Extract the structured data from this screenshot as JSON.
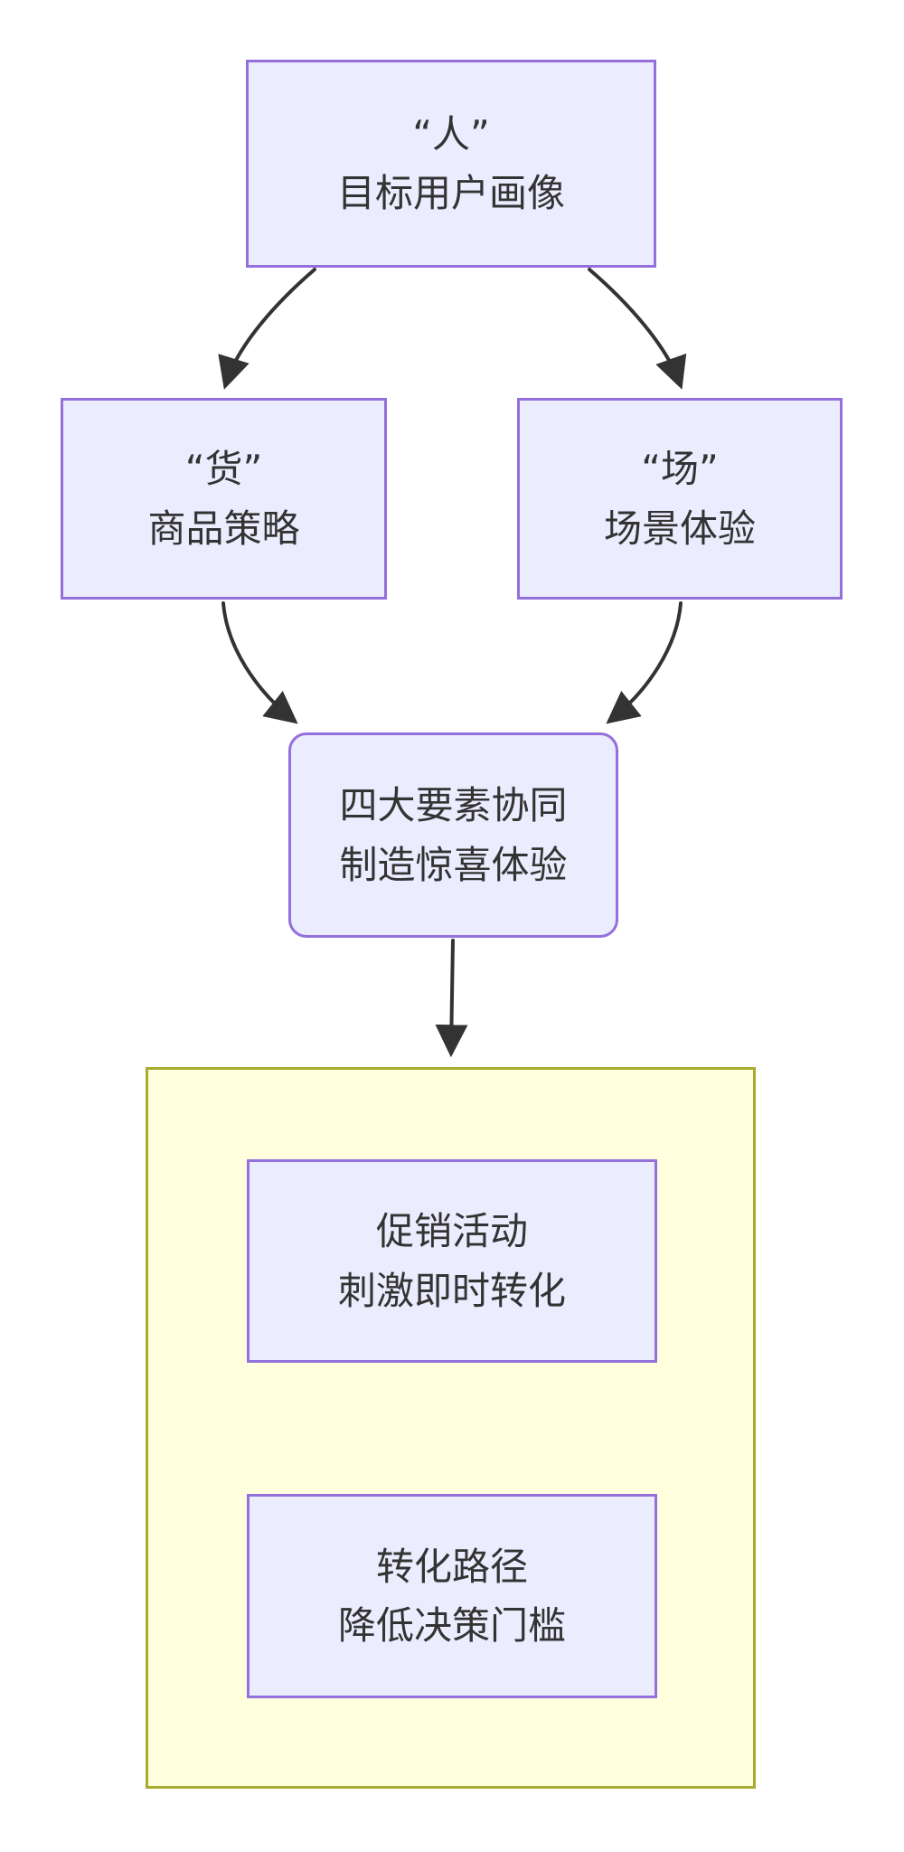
{
  "diagram": {
    "type": "flowchart",
    "direction": "top-down",
    "nodes": {
      "person": {
        "line1": "“人”",
        "line2": "目标用户画像"
      },
      "goods": {
        "line1": "“货”",
        "line2": "商品策略"
      },
      "scene": {
        "line1": "“场”",
        "line2": "场景体验"
      },
      "synergy": {
        "line1": "四大要素协同",
        "line2": "制造惊喜体验"
      },
      "promotion": {
        "line1": "促销活动",
        "line2": "刺激即时转化"
      },
      "conversion": {
        "line1": "转化路径",
        "line2": "降低决策门槛"
      }
    },
    "edges": [
      {
        "from": "person",
        "to": "goods"
      },
      {
        "from": "person",
        "to": "scene"
      },
      {
        "from": "goods",
        "to": "synergy"
      },
      {
        "from": "scene",
        "to": "synergy"
      },
      {
        "from": "synergy",
        "to": "cluster"
      }
    ],
    "cluster": {
      "label": "",
      "contains": [
        "promotion",
        "conversion"
      ]
    },
    "colors": {
      "node_fill": "#ECECFF",
      "node_border": "#9370DB",
      "cluster_fill": "#FFFFDE",
      "cluster_border": "#AAAA33",
      "arrow": "#333333",
      "text": "#333333",
      "background": "#FFFFFF"
    }
  }
}
